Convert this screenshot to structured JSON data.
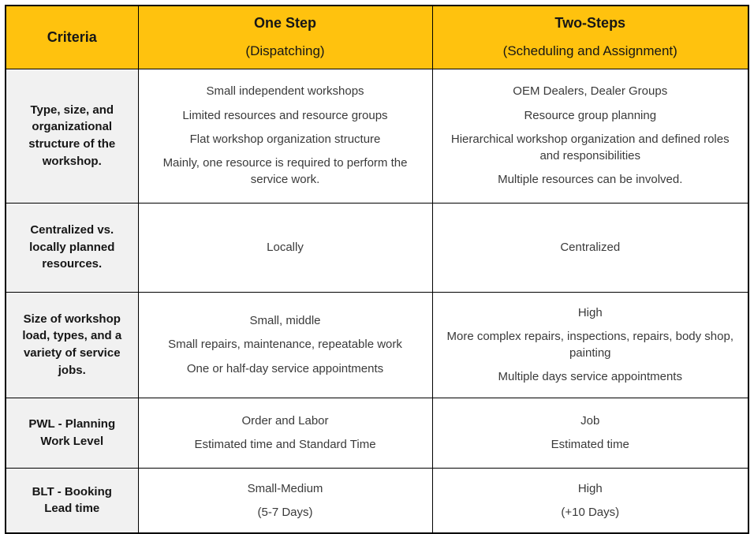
{
  "colors": {
    "header_bg": "#FFC20E",
    "criteria_bg": "#F1F1F1",
    "border": "#000000",
    "body_text": "#3A3A3A"
  },
  "table": {
    "header": {
      "criteria_label": "Criteria",
      "columns": [
        {
          "title": "One Step",
          "subtitle": "(Dispatching)"
        },
        {
          "title": "Two-Steps",
          "subtitle": "(Scheduling and Assignment)"
        }
      ]
    },
    "rows": [
      {
        "criteria": "Type, size, and organizational structure of the workshop.",
        "one_step": [
          "Small independent workshops",
          "Limited resources and resource groups",
          "Flat workshop organization structure",
          "Mainly, one resource is required to perform the service work."
        ],
        "two_steps": [
          "OEM Dealers, Dealer Groups",
          "Resource group planning",
          "Hierarchical workshop organization and defined roles and responsibilities",
          "Multiple resources can be involved."
        ]
      },
      {
        "criteria": "Centralized vs. locally planned resources.",
        "one_step": [
          "Locally"
        ],
        "two_steps": [
          "Centralized"
        ]
      },
      {
        "criteria": "Size of workshop load, types, and a variety of service jobs.",
        "one_step": [
          "Small, middle",
          "Small repairs, maintenance, repeatable work",
          "One or half-day service appointments"
        ],
        "two_steps": [
          "High",
          "More complex repairs, inspections, repairs, body shop, painting",
          "Multiple days service appointments"
        ]
      },
      {
        "criteria": "PWL - Planning Work Level",
        "one_step": [
          "Order and Labor",
          "Estimated time and Standard Time"
        ],
        "two_steps": [
          "Job",
          "Estimated time"
        ]
      },
      {
        "criteria": "BLT - Booking Lead time",
        "one_step": [
          "Small-Medium",
          "(5-7 Days)"
        ],
        "two_steps": [
          "High",
          "(+10 Days)"
        ]
      }
    ]
  }
}
